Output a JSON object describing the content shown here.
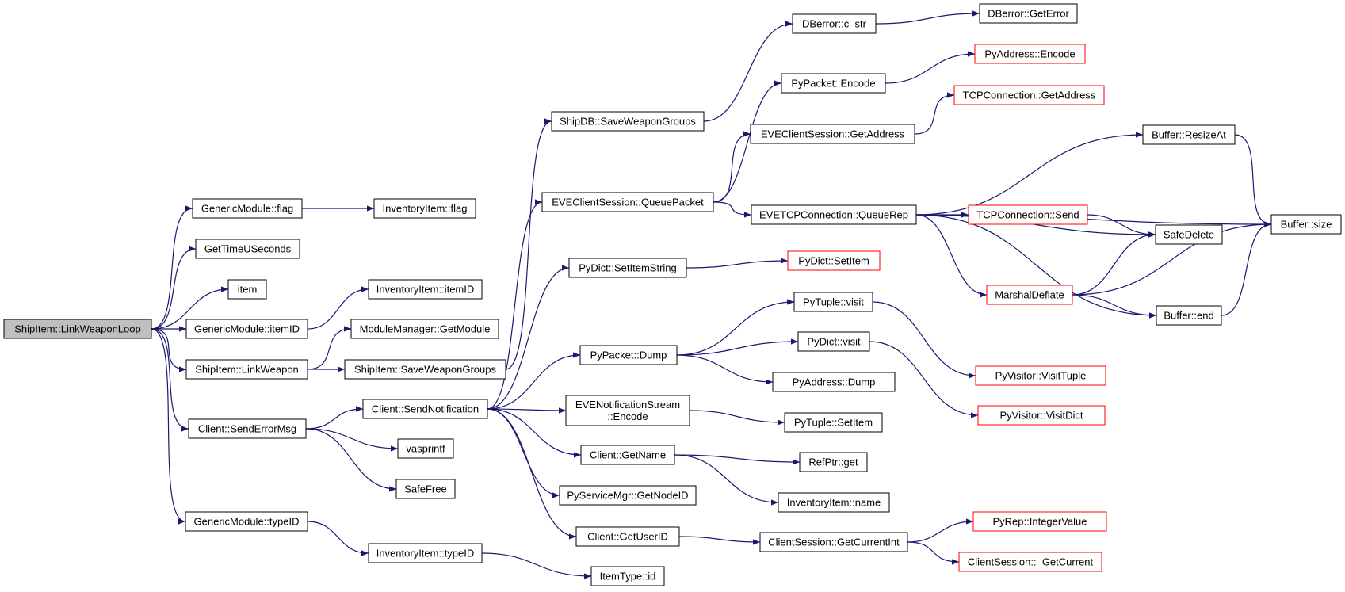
{
  "diagram": {
    "type": "call-graph",
    "nodes": [
      {
        "id": "root",
        "label": "ShipItem::LinkWeaponLoop",
        "style": "root"
      },
      {
        "id": "gmflag",
        "label": "GenericModule::flag"
      },
      {
        "id": "gettime",
        "label": "GetTimeUSeconds"
      },
      {
        "id": "item",
        "label": "item"
      },
      {
        "id": "gmitemid",
        "label": "GenericModule::itemID"
      },
      {
        "id": "linkweapon",
        "label": "ShipItem::LinkWeapon"
      },
      {
        "id": "senderr",
        "label": "Client::SendErrorMsg"
      },
      {
        "id": "gmtypeid",
        "label": "GenericModule::typeID"
      },
      {
        "id": "iiflag",
        "label": "InventoryItem::flag"
      },
      {
        "id": "iiitemid",
        "label": "InventoryItem::itemID"
      },
      {
        "id": "mmgetmod",
        "label": "ModuleManager::GetModule"
      },
      {
        "id": "sisavewg",
        "label": "ShipItem::SaveWeaponGroups"
      },
      {
        "id": "sendnotif",
        "label": "Client::SendNotification"
      },
      {
        "id": "vasprintf",
        "label": "vasprintf"
      },
      {
        "id": "safefree",
        "label": "SafeFree"
      },
      {
        "id": "iitypeid",
        "label": "InventoryItem::typeID"
      },
      {
        "id": "dbsavewg",
        "label": "ShipDB::SaveWeaponGroups"
      },
      {
        "id": "queuepacket",
        "label": "EVEClientSession::QueuePacket"
      },
      {
        "id": "pydictsis",
        "label": "PyDict::SetItemString"
      },
      {
        "id": "pypacketdump",
        "label": "PyPacket::Dump"
      },
      {
        "id": "evenotif",
        "label": "EVENotificationStream\n::Encode"
      },
      {
        "id": "getname",
        "label": "Client::GetName"
      },
      {
        "id": "psmgetnode",
        "label": "PyServiceMgr::GetNodeID"
      },
      {
        "id": "getuserid",
        "label": "Client::GetUserID"
      },
      {
        "id": "itemtypeid",
        "label": "ItemType::id"
      },
      {
        "id": "dbcstr",
        "label": "DBerror::c_str"
      },
      {
        "id": "pypacketenc",
        "label": "PyPacket::Encode"
      },
      {
        "id": "ecsgetaddr",
        "label": "EVEClientSession::GetAddress"
      },
      {
        "id": "queuerep",
        "label": "EVETCPConnection::QueueRep"
      },
      {
        "id": "pydictsetitem",
        "label": "PyDict::SetItem",
        "style": "trunc"
      },
      {
        "id": "pytuplevisit",
        "label": "PyTuple::visit"
      },
      {
        "id": "pydictvisit",
        "label": "PyDict::visit"
      },
      {
        "id": "pyaddrdump",
        "label": "PyAddress::Dump"
      },
      {
        "id": "pytuplesetitem",
        "label": "PyTuple::SetItem"
      },
      {
        "id": "refptrget",
        "label": "RefPtr::get"
      },
      {
        "id": "iiname",
        "label": "InventoryItem::name"
      },
      {
        "id": "csgetint",
        "label": "ClientSession::GetCurrentInt"
      },
      {
        "id": "dbgeterr",
        "label": "DBerror::GetError"
      },
      {
        "id": "pyaddrenc",
        "label": "PyAddress::Encode",
        "style": "trunc"
      },
      {
        "id": "tcpgetaddr",
        "label": "TCPConnection::GetAddress",
        "style": "trunc"
      },
      {
        "id": "bufresize",
        "label": "Buffer::ResizeAt"
      },
      {
        "id": "tcpsend",
        "label": "TCPConnection::Send",
        "style": "trunc"
      },
      {
        "id": "safedelete",
        "label": "SafeDelete"
      },
      {
        "id": "marshal",
        "label": "MarshalDeflate",
        "style": "trunc"
      },
      {
        "id": "bufend",
        "label": "Buffer::end"
      },
      {
        "id": "bufsize",
        "label": "Buffer::size"
      },
      {
        "id": "visittuple",
        "label": "PyVisitor::VisitTuple",
        "style": "trunc"
      },
      {
        "id": "visitdict",
        "label": "PyVisitor::VisitDict",
        "style": "trunc"
      },
      {
        "id": "pyrepint",
        "label": "PyRep::IntegerValue",
        "style": "trunc"
      },
      {
        "id": "csgetcur",
        "label": "ClientSession::_GetCurrent",
        "style": "trunc"
      }
    ],
    "edges": [
      [
        "root",
        "gmflag"
      ],
      [
        "root",
        "gettime"
      ],
      [
        "root",
        "item"
      ],
      [
        "root",
        "gmitemid"
      ],
      [
        "root",
        "linkweapon"
      ],
      [
        "root",
        "senderr"
      ],
      [
        "root",
        "gmtypeid"
      ],
      [
        "gmflag",
        "iiflag"
      ],
      [
        "gmitemid",
        "iiitemid"
      ],
      [
        "linkweapon",
        "mmgetmod"
      ],
      [
        "linkweapon",
        "sisavewg"
      ],
      [
        "senderr",
        "sendnotif"
      ],
      [
        "senderr",
        "vasprintf"
      ],
      [
        "senderr",
        "safefree"
      ],
      [
        "gmtypeid",
        "iitypeid"
      ],
      [
        "sisavewg",
        "dbsavewg"
      ],
      [
        "sendnotif",
        "queuepacket"
      ],
      [
        "sendnotif",
        "pydictsis"
      ],
      [
        "sendnotif",
        "pypacketdump"
      ],
      [
        "sendnotif",
        "evenotif"
      ],
      [
        "sendnotif",
        "getname"
      ],
      [
        "sendnotif",
        "psmgetnode"
      ],
      [
        "sendnotif",
        "getuserid"
      ],
      [
        "iitypeid",
        "itemtypeid"
      ],
      [
        "dbsavewg",
        "dbcstr"
      ],
      [
        "dbcstr",
        "dbgeterr"
      ],
      [
        "queuepacket",
        "pypacketenc"
      ],
      [
        "queuepacket",
        "ecsgetaddr"
      ],
      [
        "queuepacket",
        "queuerep"
      ],
      [
        "pypacketenc",
        "pyaddrenc"
      ],
      [
        "ecsgetaddr",
        "tcpgetaddr"
      ],
      [
        "queuerep",
        "bufresize"
      ],
      [
        "queuerep",
        "bufsize"
      ],
      [
        "queuerep",
        "tcpsend"
      ],
      [
        "queuerep",
        "safedelete"
      ],
      [
        "queuerep",
        "marshal"
      ],
      [
        "queuerep",
        "bufend"
      ],
      [
        "bufresize",
        "bufsize"
      ],
      [
        "tcpsend",
        "safedelete"
      ],
      [
        "marshal",
        "safedelete"
      ],
      [
        "marshal",
        "bufsize"
      ],
      [
        "marshal",
        "bufend"
      ],
      [
        "bufend",
        "bufsize"
      ],
      [
        "pydictsis",
        "pydictsetitem"
      ],
      [
        "pypacketdump",
        "pytuplevisit"
      ],
      [
        "pypacketdump",
        "pydictvisit"
      ],
      [
        "pypacketdump",
        "pyaddrdump"
      ],
      [
        "pytuplevisit",
        "visittuple"
      ],
      [
        "pydictvisit",
        "visitdict"
      ],
      [
        "evenotif",
        "pytuplesetitem"
      ],
      [
        "getname",
        "refptrget"
      ],
      [
        "getname",
        "iiname"
      ],
      [
        "getuserid",
        "csgetint"
      ],
      [
        "csgetint",
        "pyrepint"
      ],
      [
        "csgetint",
        "csgetcur"
      ]
    ]
  }
}
